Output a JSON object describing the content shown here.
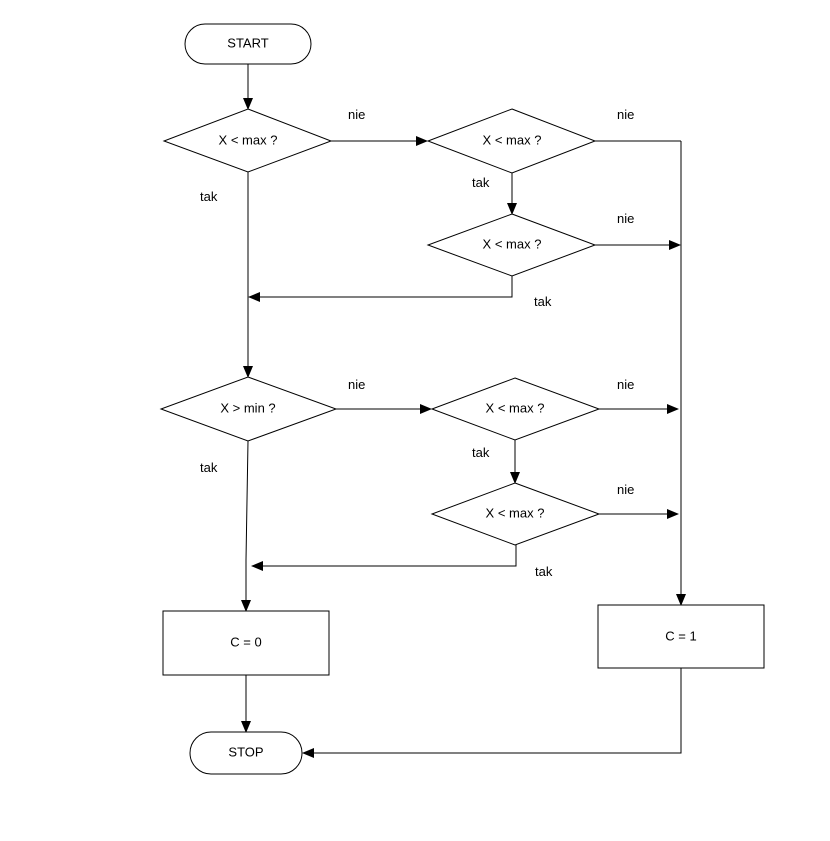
{
  "flowchart": {
    "start_label": "START",
    "stop_label": "STOP",
    "decisions": {
      "d1": "X < max ?",
      "d2": "X < max ?",
      "d3": "X < max ?",
      "d4": "X > min ?",
      "d5": "X < max ?",
      "d6": "X < max ?"
    },
    "processes": {
      "c0": "C = 0",
      "c1": "C = 1"
    },
    "edge_labels": {
      "d1_no": "nie",
      "d1_yes": "tak",
      "d2_no": "nie",
      "d2_yes": "tak",
      "d3_no": "nie",
      "d3_yes": "tak",
      "d4_no": "nie",
      "d4_yes": "tak",
      "d5_no": "nie",
      "d5_yes": "tak",
      "d6_no": "nie",
      "d6_yes": "tak"
    }
  }
}
